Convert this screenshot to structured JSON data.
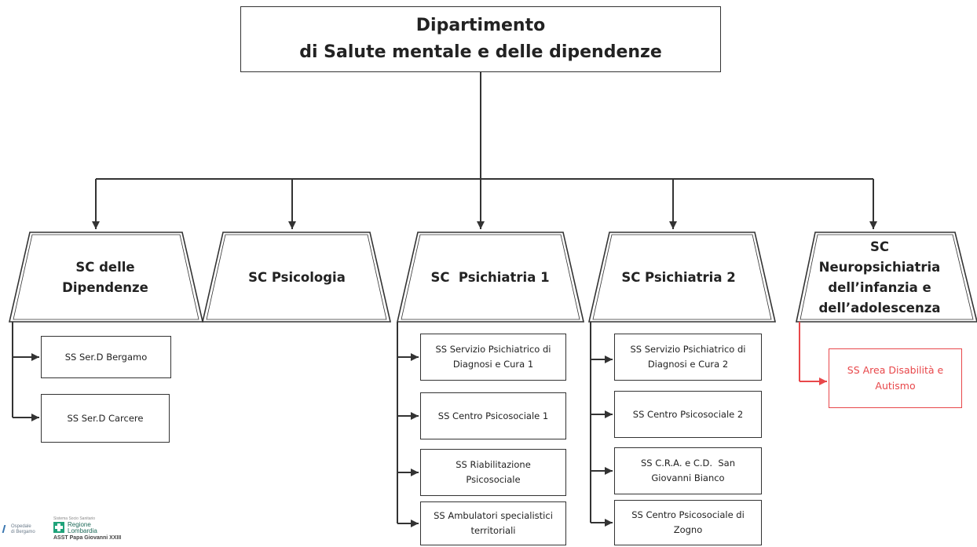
{
  "department": {
    "title_line1": "Dipartimento",
    "title_line2": "di Salute mentale e delle dipendenze"
  },
  "units": [
    {
      "label_lines": [
        "SC delle",
        "Dipendenze"
      ],
      "subunits": [
        {
          "lines": [
            "SS Ser.D Bergamo"
          ]
        },
        {
          "lines": [
            "SS Ser.D Carcere"
          ]
        }
      ]
    },
    {
      "label_lines": [
        "SC Psicologia"
      ],
      "subunits": []
    },
    {
      "label_lines": [
        "SC  Psichiatria 1"
      ],
      "subunits": [
        {
          "lines": [
            "SS Servizio Psichiatrico di",
            "Diagnosi e Cura 1"
          ]
        },
        {
          "lines": [
            "SS Centro Psicosociale 1"
          ]
        },
        {
          "lines": [
            "SS Riabilitazione",
            "Psicosociale"
          ]
        },
        {
          "lines": [
            "SS Ambulatori specialistici",
            "territoriali"
          ]
        }
      ]
    },
    {
      "label_lines": [
        "SC Psichiatria 2"
      ],
      "subunits": [
        {
          "lines": [
            "SS Servizio Psichiatrico di",
            "Diagnosi e Cura 2"
          ]
        },
        {
          "lines": [
            "SS Centro Psicosociale 2"
          ]
        },
        {
          "lines": [
            "SS C.R.A. e C.D.  San",
            "Giovanni Bianco"
          ]
        },
        {
          "lines": [
            "SS Centro Psicosociale di",
            "Zogno"
          ]
        }
      ]
    },
    {
      "label_lines": [
        "SC Neuropsichiatria",
        "dell’infanzia e",
        "dell’adolescenza"
      ],
      "subunits": [
        {
          "lines": [
            "SS Area Disabilità e",
            "Autismo"
          ],
          "highlight": true
        }
      ]
    }
  ],
  "colors": {
    "line": "#333333",
    "highlight": "#e8474a"
  },
  "footer_logo": {
    "hospital_text_1": "Ospedale",
    "hospital_text_2": "di Bergamo",
    "system_text": "Sistema Socio Sanitario",
    "region_text_1": "Regione",
    "region_text_2": "Lombardia",
    "asst_text": "ASST Papa Giovanni XXIII"
  }
}
